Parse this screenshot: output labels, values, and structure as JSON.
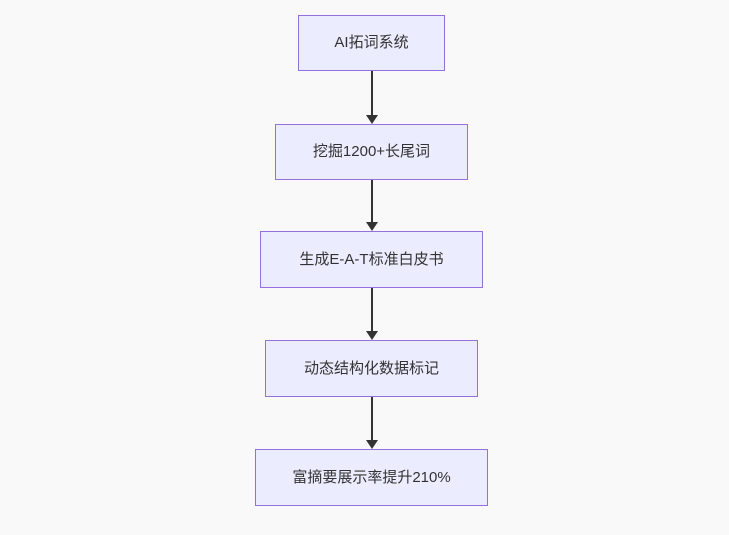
{
  "diagram": {
    "type": "flowchart",
    "direction": "top-down",
    "colors": {
      "background": "#f9f9f9",
      "node_fill": "#ECECFF",
      "node_border": "#9370DB",
      "edge": "#333333",
      "text": "#333333"
    },
    "nodes": [
      {
        "label": "AI拓词系统"
      },
      {
        "label": "挖掘1200+长尾词"
      },
      {
        "label": "生成E-A-T标准白皮书"
      },
      {
        "label": "动态结构化数据标记"
      },
      {
        "label": "富摘要展示率提升210%"
      }
    ],
    "edges": [
      {
        "from": "AI拓词系统",
        "to": "挖掘1200+长尾词"
      },
      {
        "from": "挖掘1200+长尾词",
        "to": "生成E-A-T标准白皮书"
      },
      {
        "from": "生成E-A-T标准白皮书",
        "to": "动态结构化数据标记"
      },
      {
        "from": "动态结构化数据标记",
        "to": "富摘要展示率提升210%"
      }
    ]
  }
}
